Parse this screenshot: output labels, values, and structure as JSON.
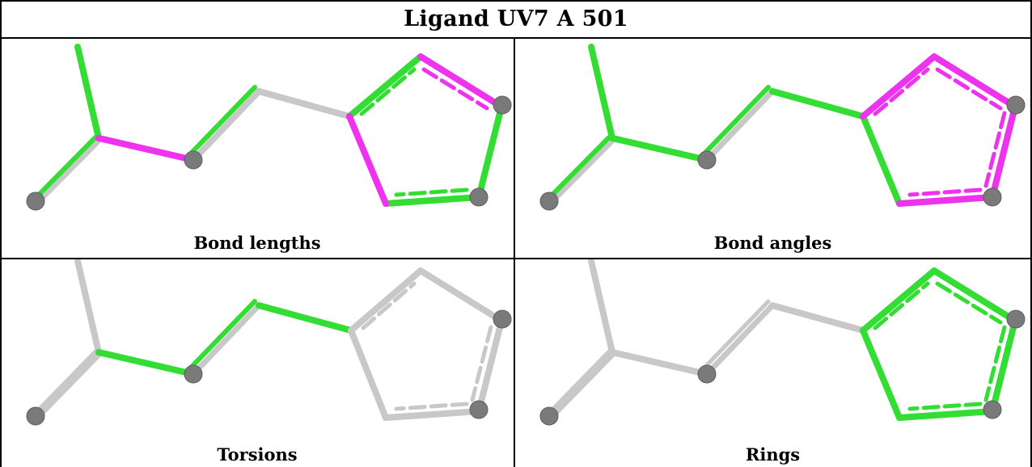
{
  "title": "Ligand UV7 A 501",
  "panels": [
    {
      "id": "bond-lengths",
      "caption": "Bond lengths"
    },
    {
      "id": "bond-angles",
      "caption": "Bond angles"
    },
    {
      "id": "torsions",
      "caption": "Torsions"
    },
    {
      "id": "rings",
      "caption": "Rings"
    }
  ],
  "colors": {
    "pass": "#33dd33",
    "outlier": "#ee33ee",
    "neutral": "#c8c8c8",
    "atom": "#7a7a7a"
  }
}
